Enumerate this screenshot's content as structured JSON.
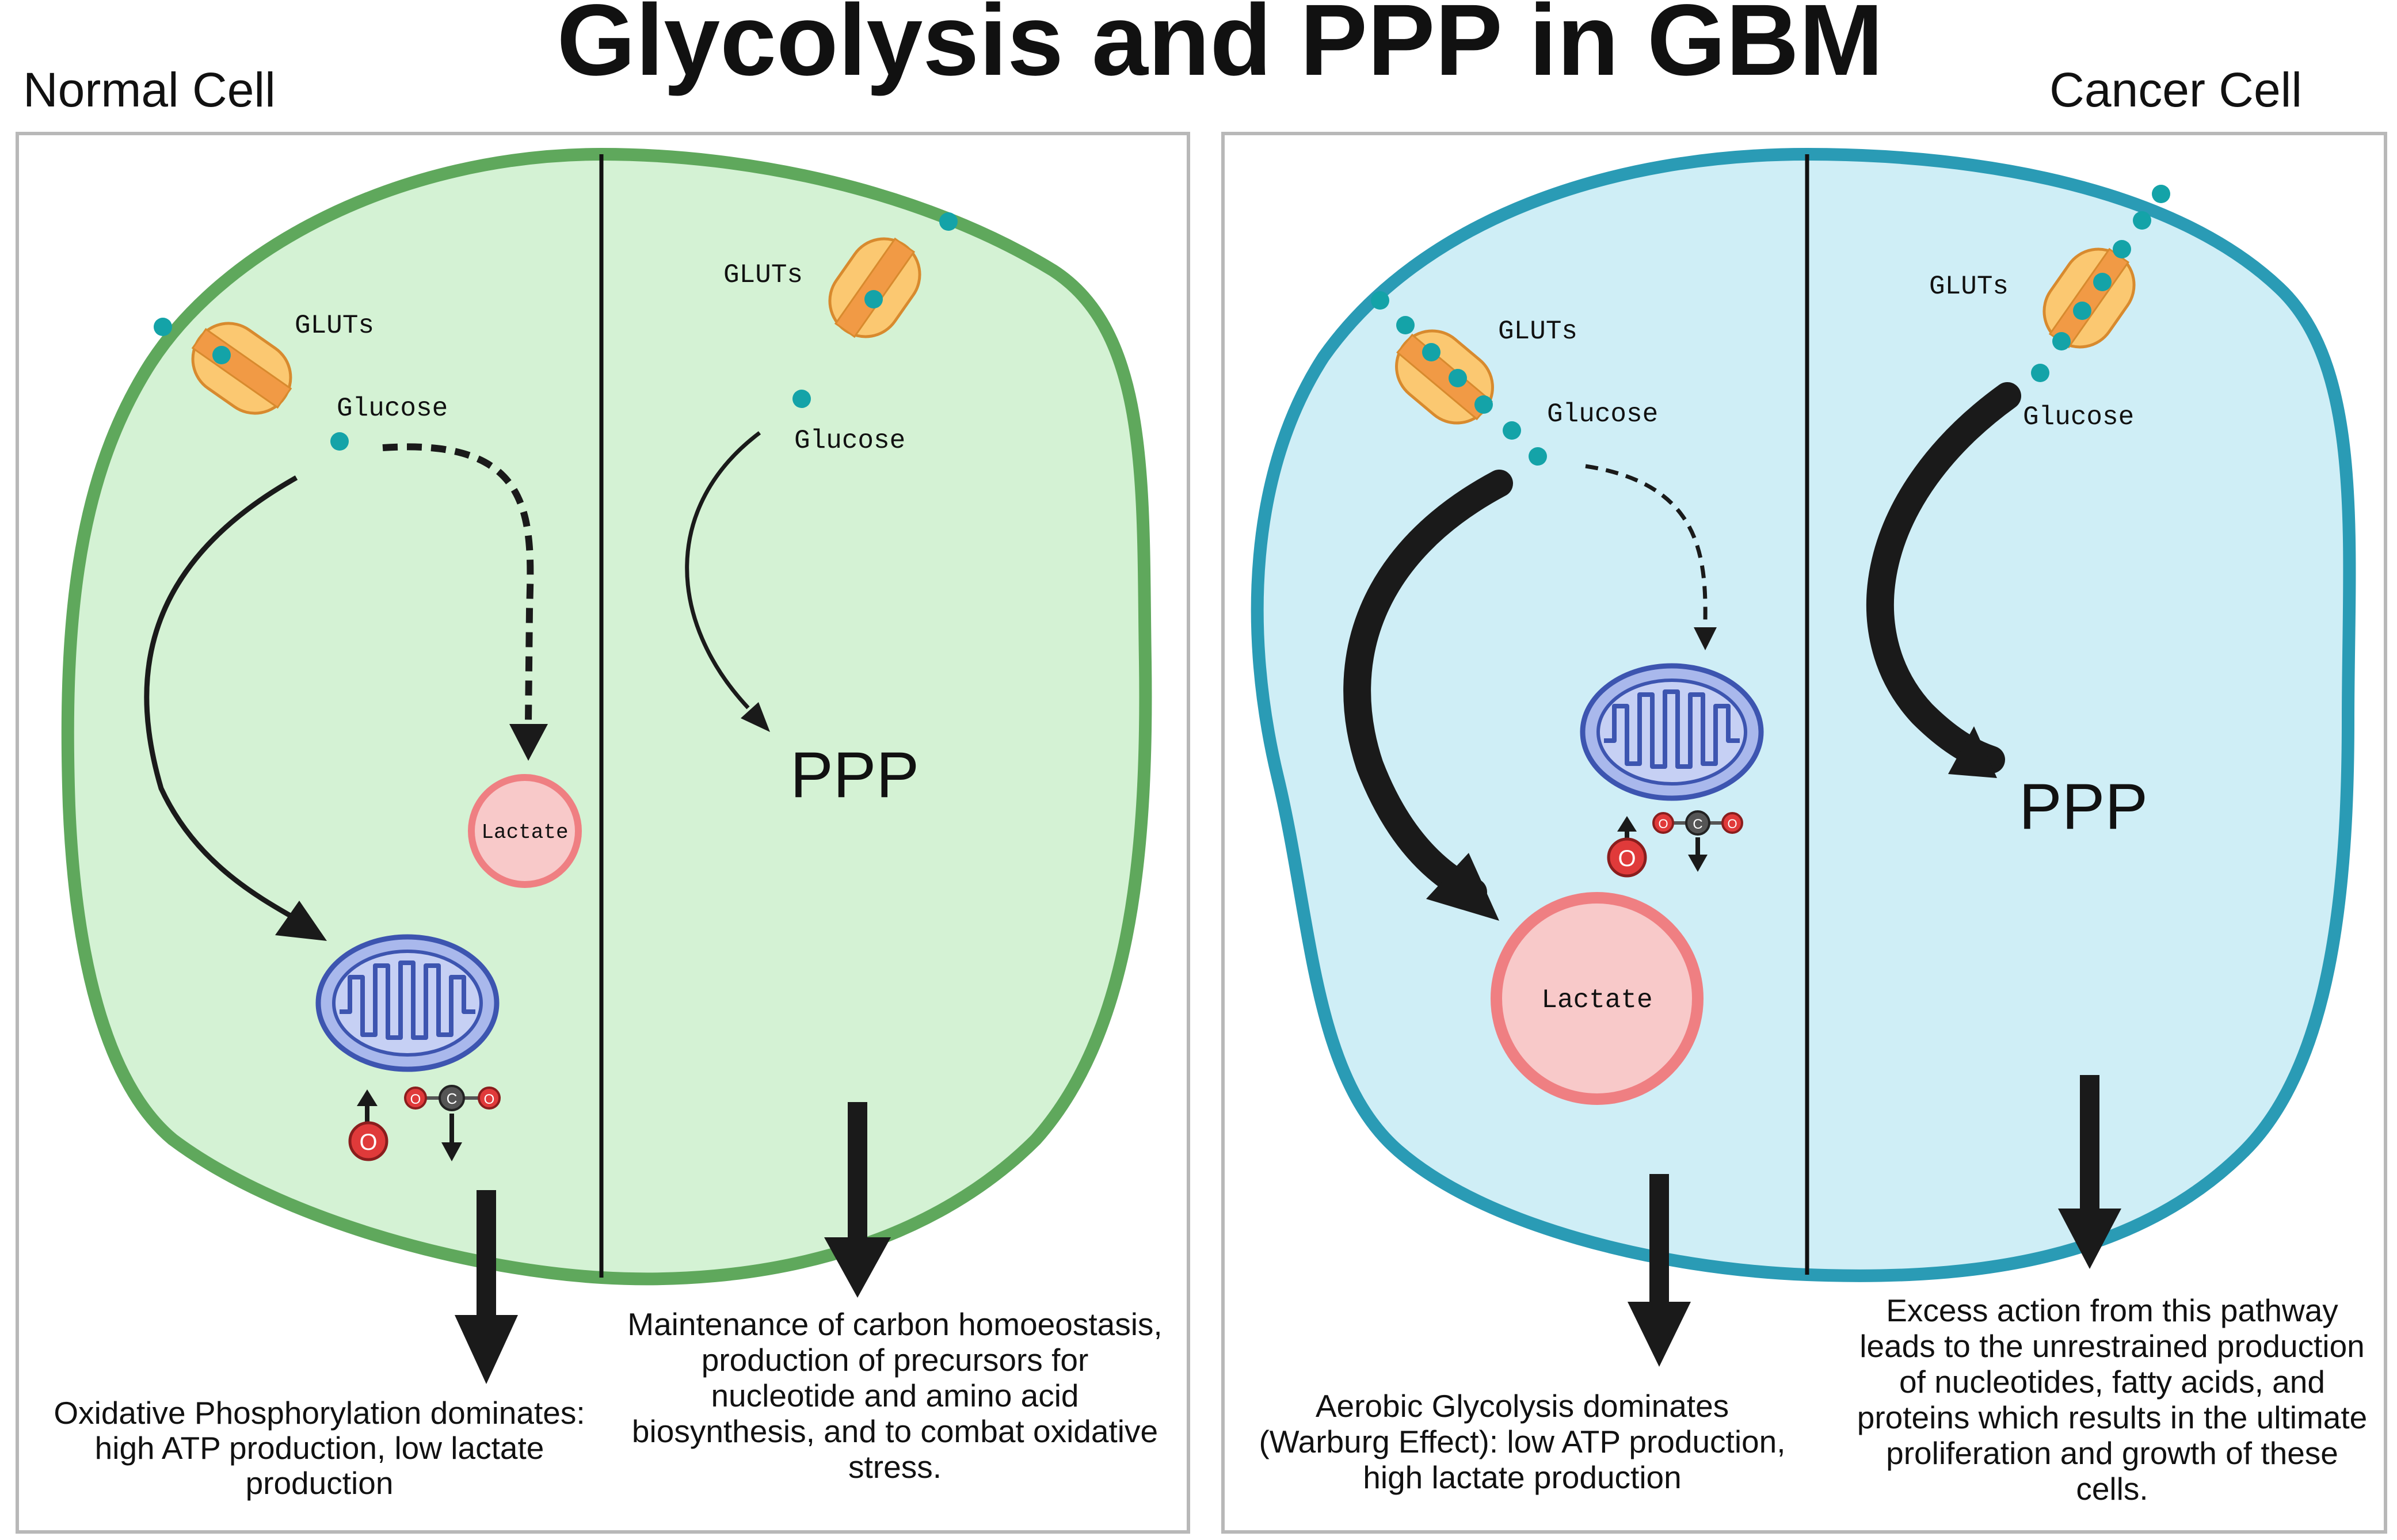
{
  "title": "Glycolysis and PPP in GBM",
  "panels": {
    "normal": {
      "heading": "Normal Cell",
      "left": {
        "gluts": "GLUTs",
        "glucose": "Glucose",
        "lactate": "Lactate",
        "oxygen": "O",
        "co2": [
          "O",
          "C",
          "O"
        ],
        "caption": [
          "Oxidative Phosphorylation dominates:",
          "high ATP production, low lactate",
          "production"
        ]
      },
      "right": {
        "gluts": "GLUTs",
        "glucose": "Glucose",
        "ppp": "PPP",
        "caption": [
          "Maintenance of carbon homoeostasis,",
          "production of precursors for",
          "nucleotide and amino acid",
          "biosynthesis, and to combat oxidative",
          "stress."
        ]
      }
    },
    "cancer": {
      "heading": "Cancer Cell",
      "left": {
        "gluts": "GLUTs",
        "glucose": "Glucose",
        "lactate": "Lactate",
        "oxygen": "O",
        "co2": [
          "O",
          "C",
          "O"
        ],
        "caption": [
          "Aerobic Glycolysis dominates",
          "(Warburg Effect): low ATP production,",
          "high lactate production"
        ]
      },
      "right": {
        "gluts": "GLUTs",
        "glucose": "Glucose",
        "ppp": "PPP",
        "caption": [
          "Excess action from this pathway",
          "leads to the unrestrained production",
          "of nucleotides, fatty acids, and",
          "proteins which results in the ultimate",
          "proliferation and growth of these",
          "cells."
        ]
      }
    }
  },
  "colors": {
    "normal_fill": "#d4f2d4",
    "normal_border": "#5fa85c",
    "cancer_fill": "#cfeef6",
    "cancer_border": "#2a9bb5",
    "glucose": "#14a3a8",
    "lactate_fill": "#f8c9c9",
    "lactate_border": "#ef7f82",
    "mito_fill": "#a9b8ec",
    "mito_border": "#3d55b0",
    "glut_outer": "#fbc871",
    "glut_inner": "#f19a45"
  }
}
